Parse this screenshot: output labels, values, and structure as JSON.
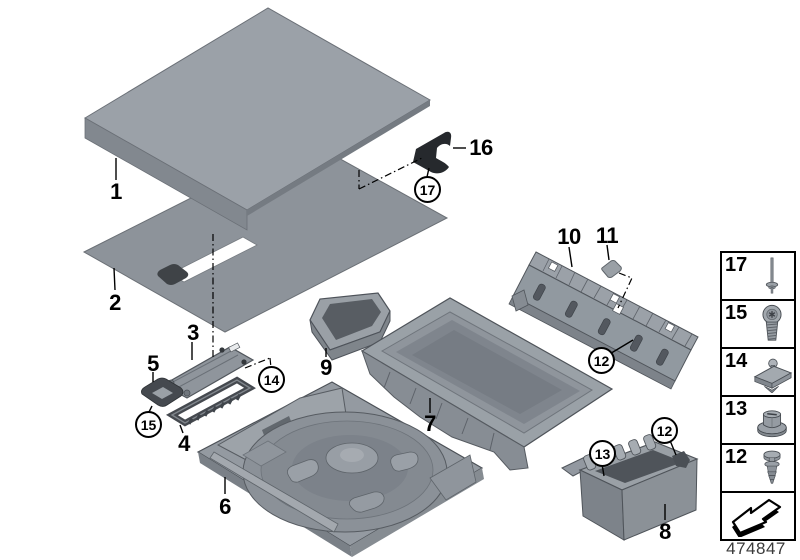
{
  "diagram_title": "trunk-floor-trim-exploded-diagram",
  "drawing_number": "474847",
  "colors": {
    "background": "#ffffff",
    "part_light": "#9ba1a8",
    "part_mid": "#8d939a",
    "part_dark": "#7d838a",
    "part_darker": "#575c62",
    "bracket_black": "#26292d",
    "outline": "#51565c",
    "label_color": "#000000",
    "drawing_number_color": "#3a3a3a"
  },
  "callouts": {
    "plain": [
      {
        "label": "1"
      },
      {
        "label": "2"
      },
      {
        "label": "3"
      },
      {
        "label": "5"
      },
      {
        "label": "4"
      },
      {
        "label": "6"
      },
      {
        "label": "7"
      },
      {
        "label": "9"
      },
      {
        "label": "8"
      },
      {
        "label": "10"
      },
      {
        "label": "11"
      },
      {
        "label": "16"
      }
    ],
    "circled": [
      {
        "label": "17"
      },
      {
        "label": "15"
      },
      {
        "label": "14"
      },
      {
        "label": "12"
      },
      {
        "label": "13"
      },
      {
        "label": "12"
      }
    ]
  },
  "legend": {
    "rows": [
      {
        "label": "17",
        "icon": "pin-rivet-icon"
      },
      {
        "label": "15",
        "icon": "torx-screw-icon"
      },
      {
        "label": "14",
        "icon": "slide-in-nut-icon"
      },
      {
        "label": "13",
        "icon": "plastic-nut-icon"
      },
      {
        "label": "12",
        "icon": "expansion-rivet-icon"
      },
      {
        "label": "",
        "icon": "installation-direction-arrow-icon"
      }
    ]
  }
}
